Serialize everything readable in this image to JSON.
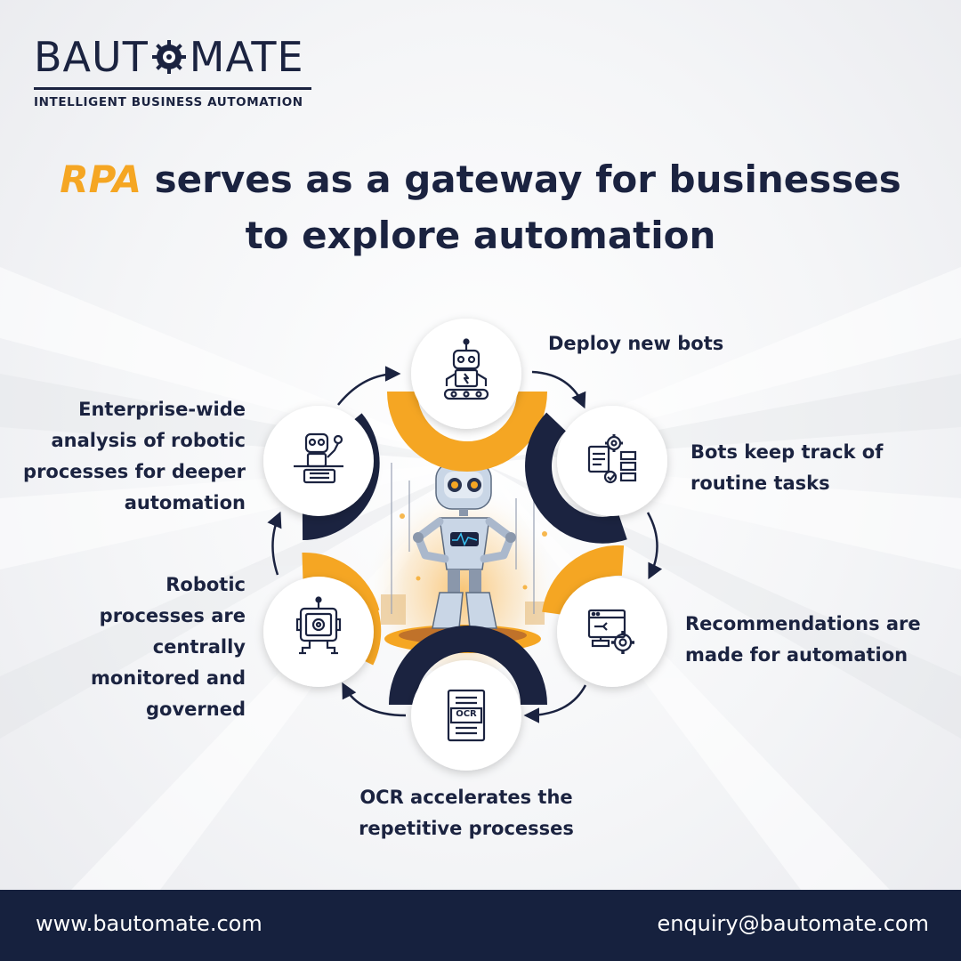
{
  "brand": {
    "name_start": "BAUT",
    "name_end": "MATE",
    "tagline": "INTELLIGENT BUSINESS AUTOMATION"
  },
  "headline": {
    "accent": "RPA",
    "line1_rest": " serves as a gateway for businesses",
    "line2": "to explore automation"
  },
  "steps": [
    {
      "label": "Deploy new bots",
      "icon": "robot-icon"
    },
    {
      "label": "Bots keep track of routine tasks",
      "icon": "workflow-gear-icon"
    },
    {
      "label": "Recommendations are made for automation",
      "icon": "monitor-gear-icon"
    },
    {
      "label": "OCR accelerates the repetitive processes",
      "icon": "ocr-document-icon",
      "icon_text": "OCR"
    },
    {
      "label": "Robotic processes are centrally monitored and governed",
      "icon": "robot-monitor-icon"
    },
    {
      "label": "Enterprise-wide analysis of robotic processes for deeper automation",
      "icon": "robot-keyboard-icon"
    }
  ],
  "footer": {
    "website": "www.bautomate.com",
    "email": "enquiry@bautomate.com"
  },
  "colors": {
    "navy": "#1b2340",
    "orange": "#f5a623",
    "footer_bg": "#16213e"
  }
}
